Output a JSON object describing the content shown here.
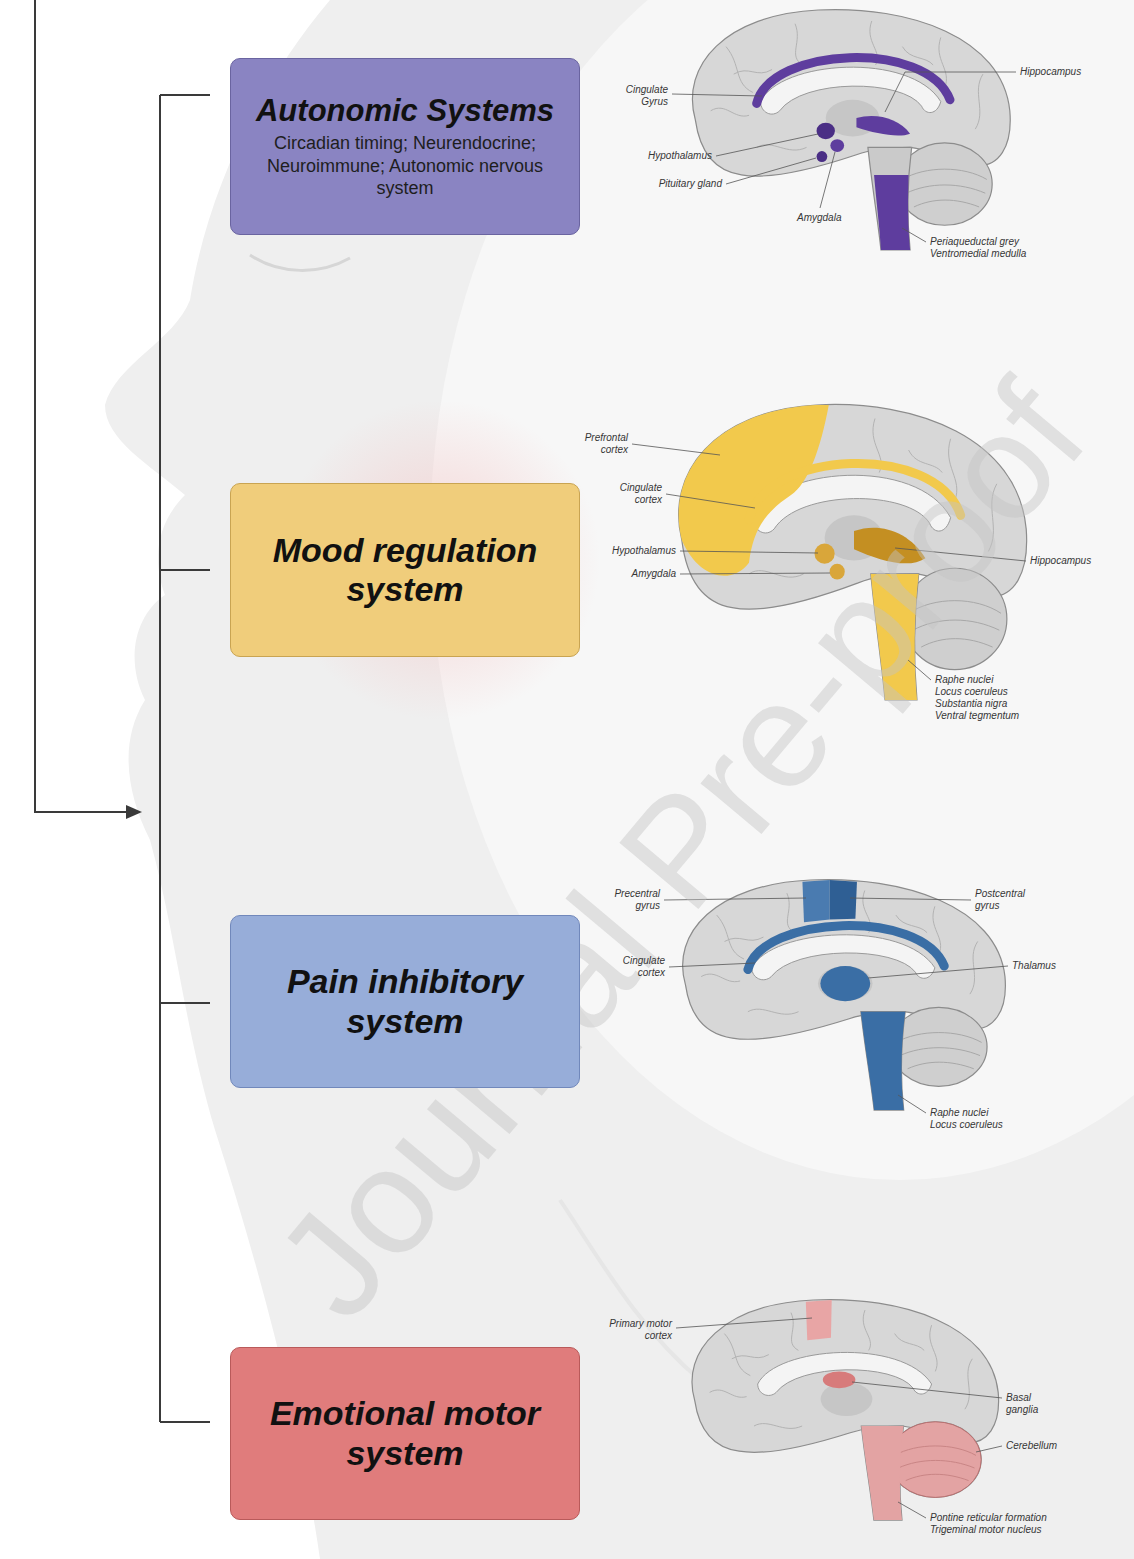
{
  "diagram": {
    "nodes": [
      {
        "text": [
          "Autonomic Systems",
          "Circadian timing; Neurendocrine; Neuroimmune; Autonomic nervous system"
        ]
      },
      {
        "text": [
          "Mood regulation system"
        ]
      },
      {
        "text": [
          "Pain inhibitory system"
        ]
      },
      {
        "text": [
          "Emotional motor system"
        ]
      }
    ],
    "labels": [
      "Cingulate Gyrus",
      "Hippocampus",
      "Hypothalamus",
      "Pituitary gland",
      "Amygdala",
      "Periaqueductal grey",
      "Ventromedial medulla",
      "Prefrontal cortex",
      "Cingulate cortex",
      "Hypothalamus",
      "Amygdala",
      "Hippocampus",
      "Raphe nuclei",
      "Locus coeruleus",
      "Substantia nigra",
      "Ventral tegmentum",
      "Precentral gyrus",
      "Postcentral gyrus",
      "Cingulate cortex",
      "Thalamus",
      "Raphe nuclei",
      "Locus coeruleus",
      "Primary motor cortex",
      "Basal ganglia",
      "Cerebellum",
      "Pontine reticular formation",
      "Trigeminal motor nucleus",
      "Journal Pre-proof"
    ]
  }
}
